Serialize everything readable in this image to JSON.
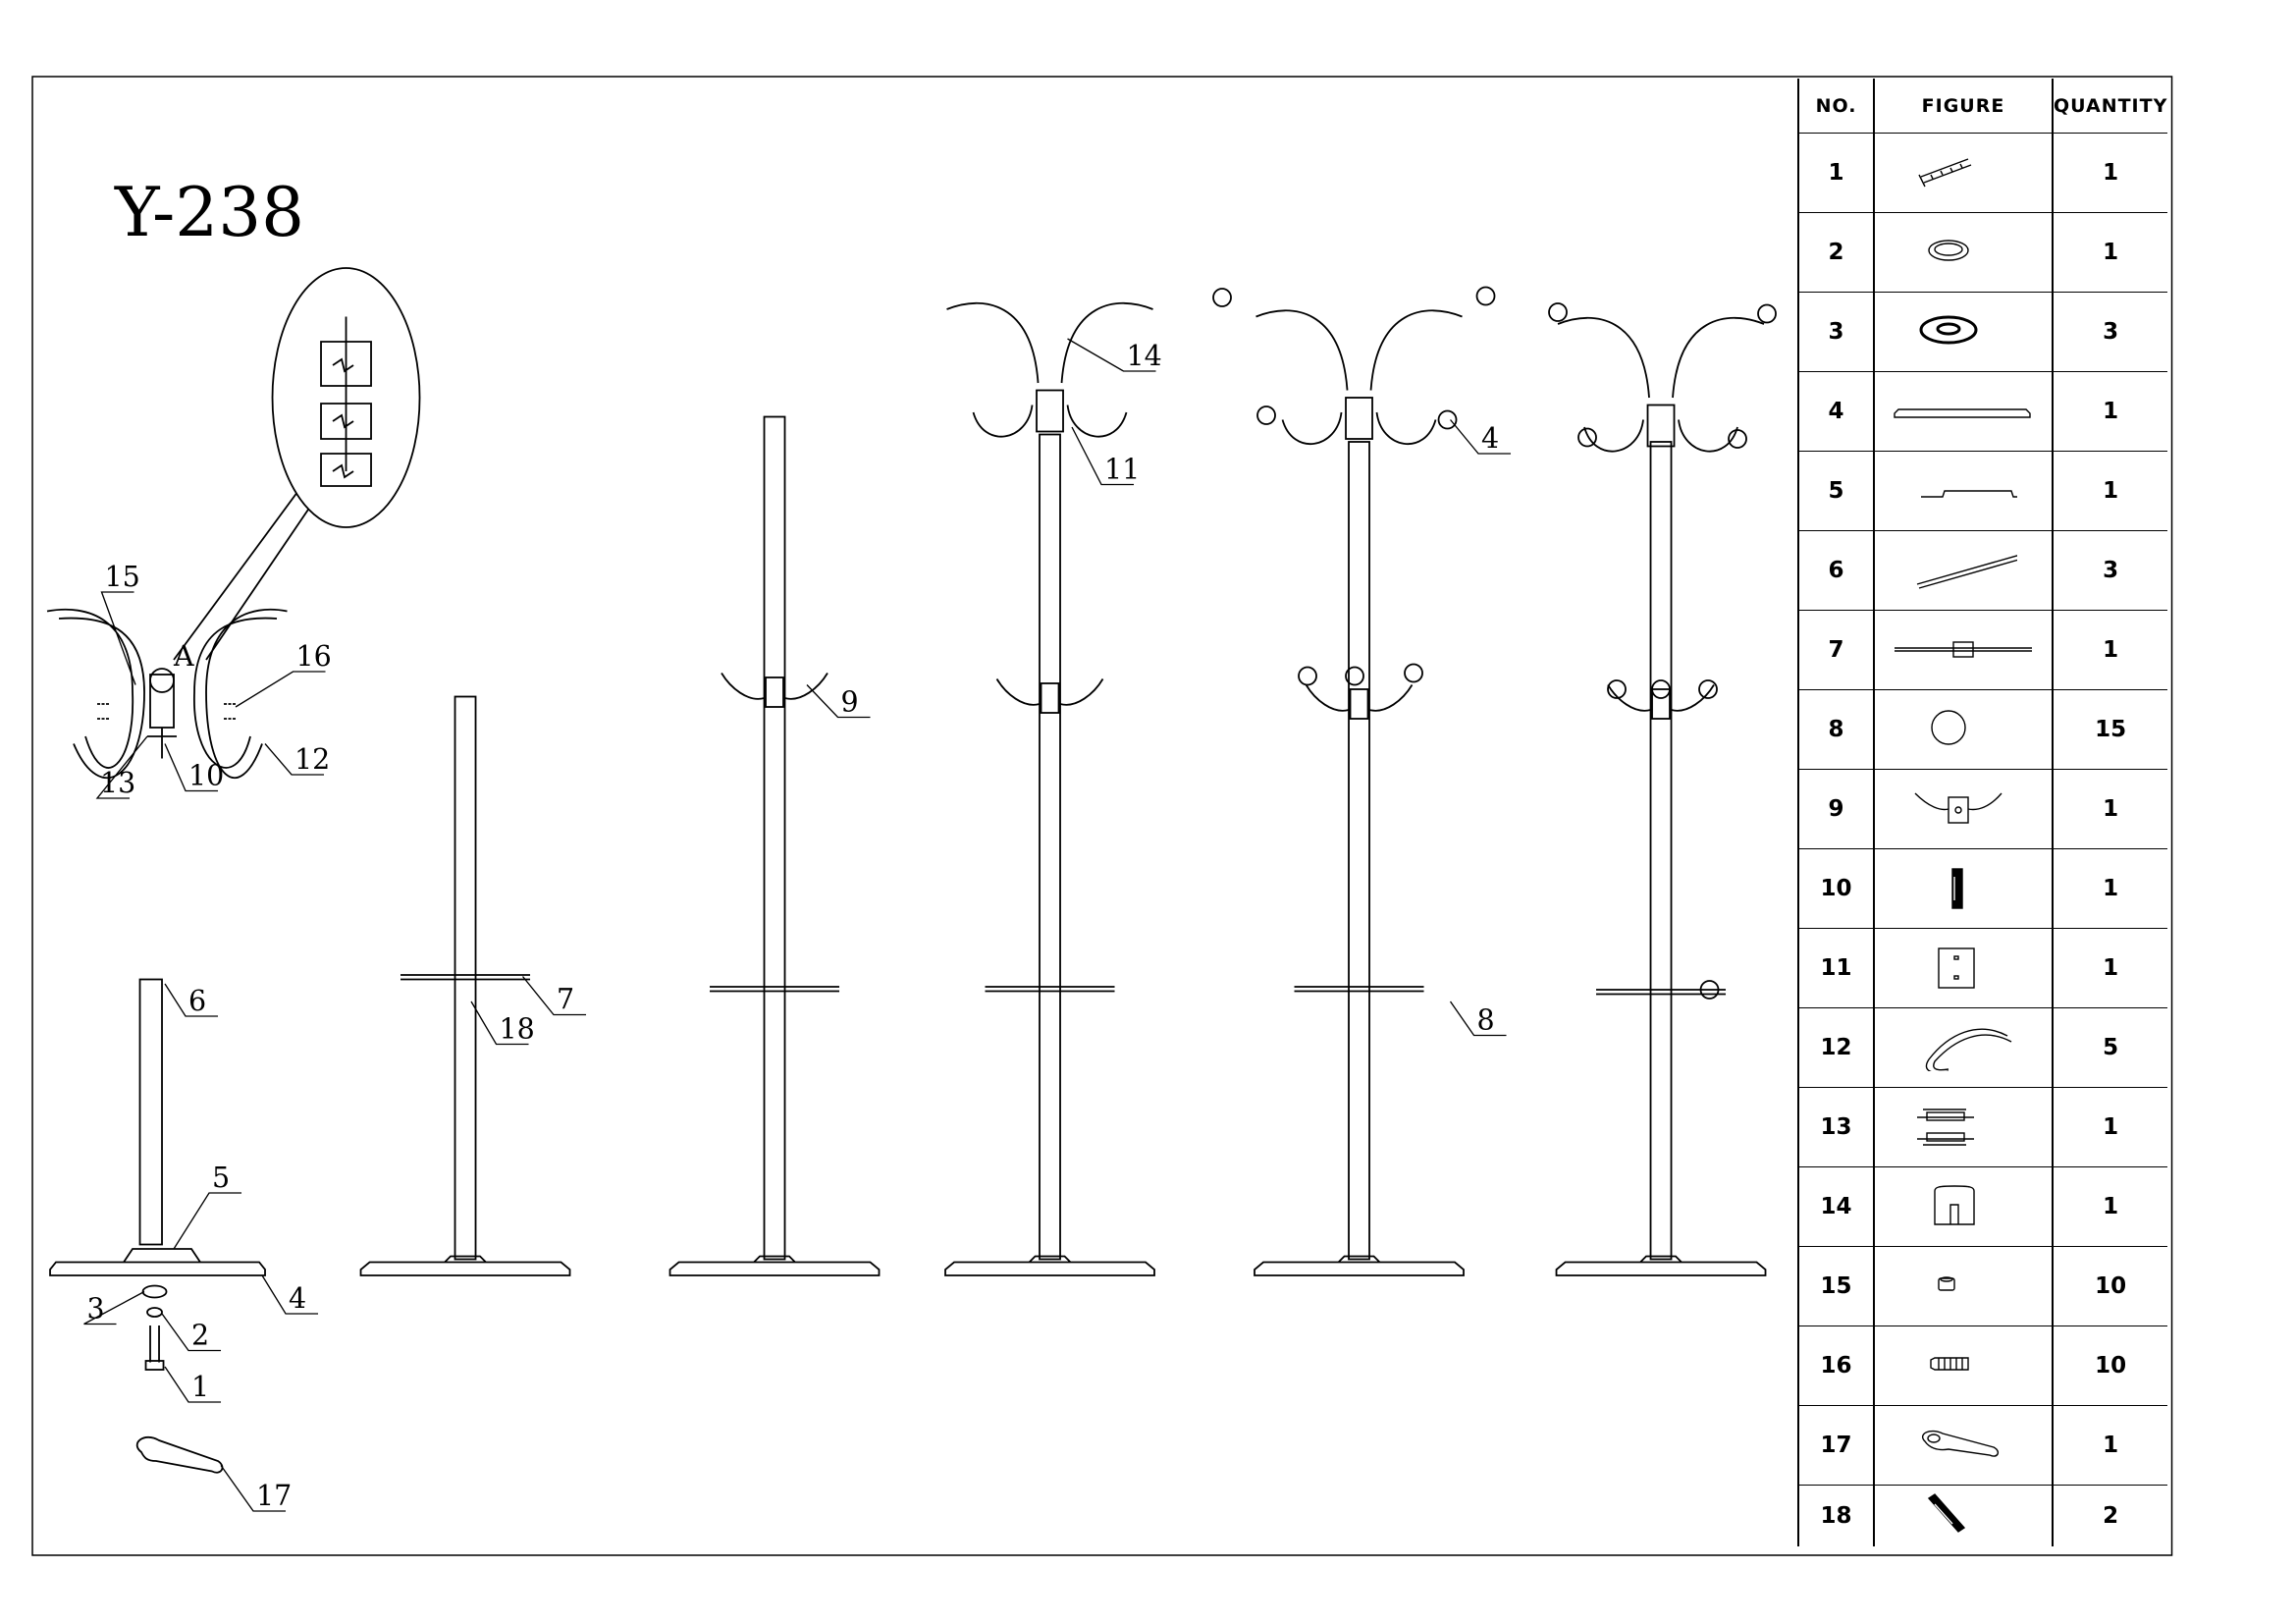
{
  "title": "Y-238",
  "detail_label": "A",
  "callouts": {
    "c15": "15",
    "c16": "16",
    "c13": "13",
    "c10": "10",
    "c12": "12",
    "c6": "6",
    "c5": "5",
    "c4a": "4",
    "c3": "3",
    "c2": "2",
    "c1": "1",
    "c17": "17",
    "c7": "7",
    "c18": "18",
    "c9": "9",
    "c14": "14",
    "c11": "11",
    "c4b": "4",
    "c8": "8"
  },
  "parts_table": {
    "headers": [
      "NO.",
      "FIGURE",
      "QUANTITY"
    ],
    "rows": [
      {
        "no": "1",
        "icon": "bolt-icon",
        "qty": "1"
      },
      {
        "no": "2",
        "icon": "spring-washer-icon",
        "qty": "1"
      },
      {
        "no": "3",
        "icon": "flat-washer-icon",
        "qty": "3"
      },
      {
        "no": "4",
        "icon": "base-plate-icon",
        "qty": "1"
      },
      {
        "no": "5",
        "icon": "base-cap-icon",
        "qty": "1"
      },
      {
        "no": "6",
        "icon": "tube-icon",
        "qty": "3"
      },
      {
        "no": "7",
        "icon": "umbrella-ring-icon",
        "qty": "1"
      },
      {
        "no": "8",
        "icon": "ball-icon",
        "qty": "15"
      },
      {
        "no": "9",
        "icon": "middle-hook-icon",
        "qty": "1"
      },
      {
        "no": "10",
        "icon": "threaded-rod-icon",
        "qty": "1"
      },
      {
        "no": "11",
        "icon": "plate-icon",
        "qty": "1"
      },
      {
        "no": "12",
        "icon": "hook-icon",
        "qty": "5"
      },
      {
        "no": "13",
        "icon": "connector-icon",
        "qty": "1"
      },
      {
        "no": "14",
        "icon": "top-cap-icon",
        "qty": "1"
      },
      {
        "no": "15",
        "icon": "nut-icon",
        "qty": "10"
      },
      {
        "no": "16",
        "icon": "screw-icon",
        "qty": "10"
      },
      {
        "no": "17",
        "icon": "wrench-icon",
        "qty": "1"
      },
      {
        "no": "18",
        "icon": "connector-rod-icon",
        "qty": "2"
      }
    ]
  }
}
